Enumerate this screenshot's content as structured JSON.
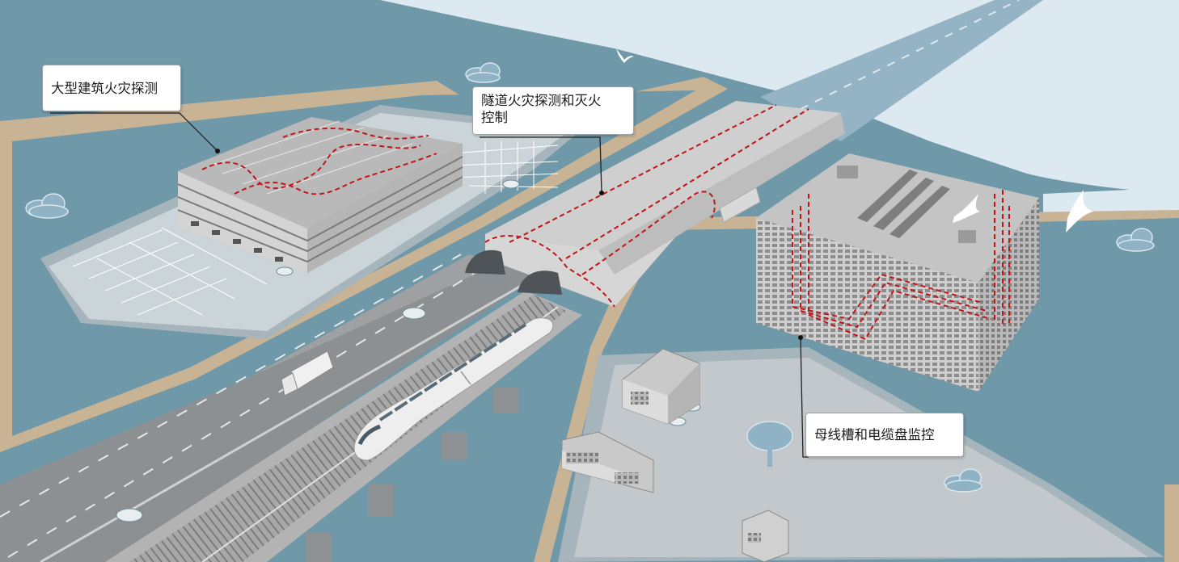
{
  "callouts": {
    "building": "大型建筑火灾探测",
    "tunnel_line1": "隧道火灾探测和灭火",
    "tunnel_line2": "控制",
    "busway": "母线槽和电缆盘监控"
  },
  "colors": {
    "sea": "#6f98a9",
    "sky": "#dde9f1",
    "sand": "#c8b395",
    "land": "#a6b5bb",
    "structure": "#d6d6d6",
    "fire_line": "#c0161b"
  },
  "icons": [
    "seagull-icon",
    "cloud-icon",
    "tree-icon",
    "car-icon",
    "truck-icon",
    "train-icon"
  ]
}
